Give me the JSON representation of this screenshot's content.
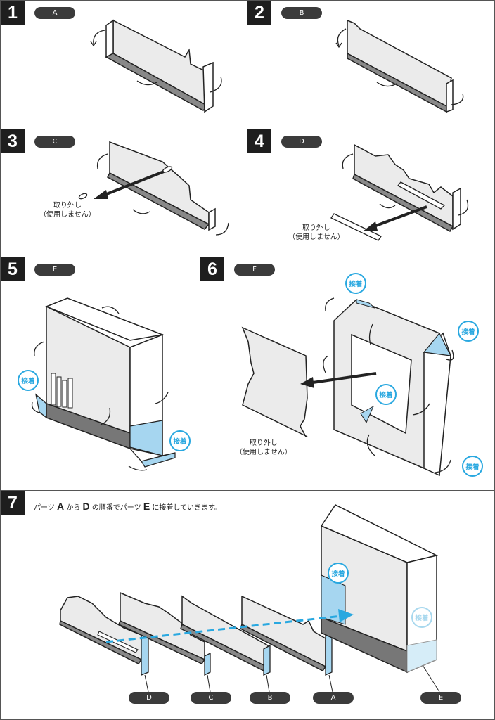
{
  "steps": [
    {
      "number": "1",
      "part": "A"
    },
    {
      "number": "2",
      "part": "B"
    },
    {
      "number": "3",
      "part": "C",
      "note": "取り外し\n（使用しません）"
    },
    {
      "number": "4",
      "part": "D",
      "note": "取り外し\n（使用しません）"
    },
    {
      "number": "5",
      "part": "E"
    },
    {
      "number": "6",
      "part": "F",
      "note": "取り外し\n（使用しません）"
    },
    {
      "number": "7"
    }
  ],
  "glue_label": "接着",
  "instruction": {
    "pre": "パーツ",
    "a": "A",
    "mid1": "から",
    "d": "D",
    "mid2": "の順番でパーツ",
    "e": "E",
    "post": "に接着していきます。"
  },
  "bottom_labels": [
    "D",
    "C",
    "B",
    "A",
    "E"
  ],
  "colors": {
    "glue": "#29a8e0",
    "arrow_blue": "#29a8e0",
    "panel_dark": "#1e1e1e",
    "pill": "#3b3b3b"
  }
}
